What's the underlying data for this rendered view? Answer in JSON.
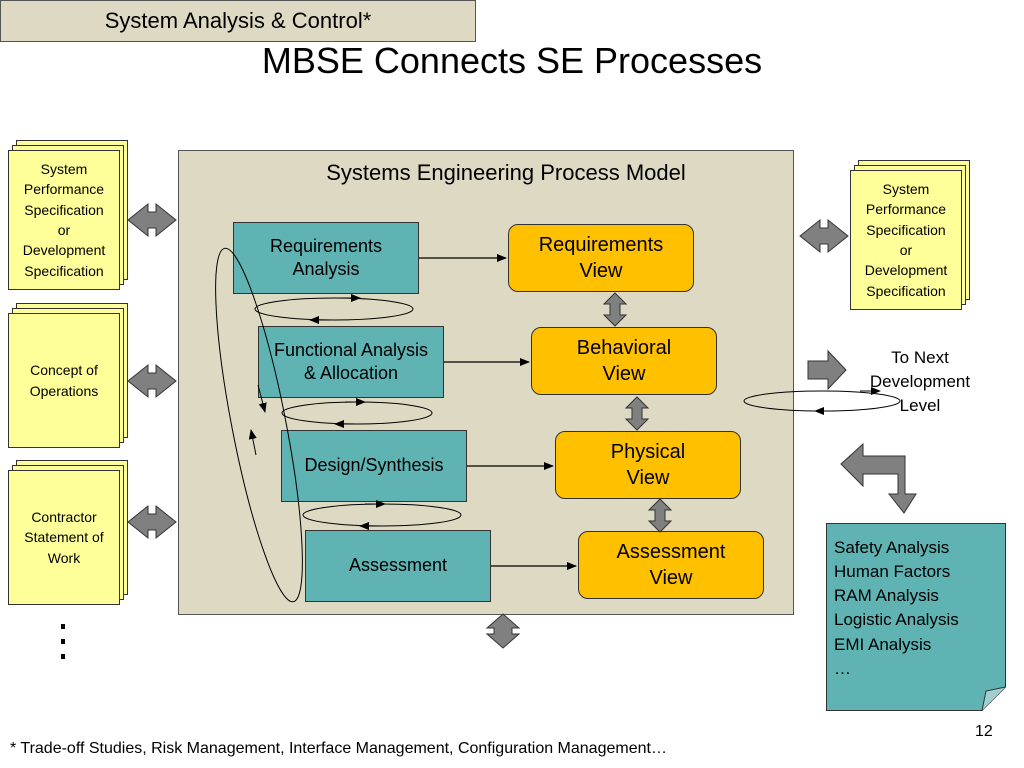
{
  "title": "MBSE Connects SE Processes",
  "model": {
    "title": "Systems Engineering Process Model",
    "processes": [
      {
        "label": "Requirements\nAnalysis"
      },
      {
        "label": "Functional Analysis\n& Allocation"
      },
      {
        "label": "Design/Synthesis"
      },
      {
        "label": "Assessment"
      }
    ],
    "views": [
      {
        "label": "Requirements\nView"
      },
      {
        "label": "Behavioral\nView"
      },
      {
        "label": "Physical\nView"
      },
      {
        "label": "Assessment\nView"
      }
    ]
  },
  "left_documents": [
    {
      "label": "System\nPerformance\nSpecification\nor\nDevelopment\nSpecification"
    },
    {
      "label": "Concept of\nOperations"
    },
    {
      "label": "Contractor\nStatement of\nWork"
    }
  ],
  "right_document": {
    "label": "System\nPerformance\nSpecification\nor\nDevelopment\nSpecification"
  },
  "to_next": "To Next\nDevelopment\nLevel",
  "analysis_note": {
    "items": [
      "Safety Analysis",
      "Human Factors",
      "RAM Analysis",
      "Logistic Analysis",
      "EMI Analysis",
      "…"
    ]
  },
  "system_analysis_control": "System Analysis & Control*",
  "footnote": "* Trade-off Studies, Risk Management, Interface Management, Configuration Management…",
  "page_number": "12",
  "colors": {
    "process_fill": "#5fb3b3",
    "view_fill": "#ffc000",
    "model_background": "#ddd9c3",
    "document_fill": "#ffff99",
    "note_fill": "#5fb3b3",
    "arrow_fill": "#808080"
  }
}
